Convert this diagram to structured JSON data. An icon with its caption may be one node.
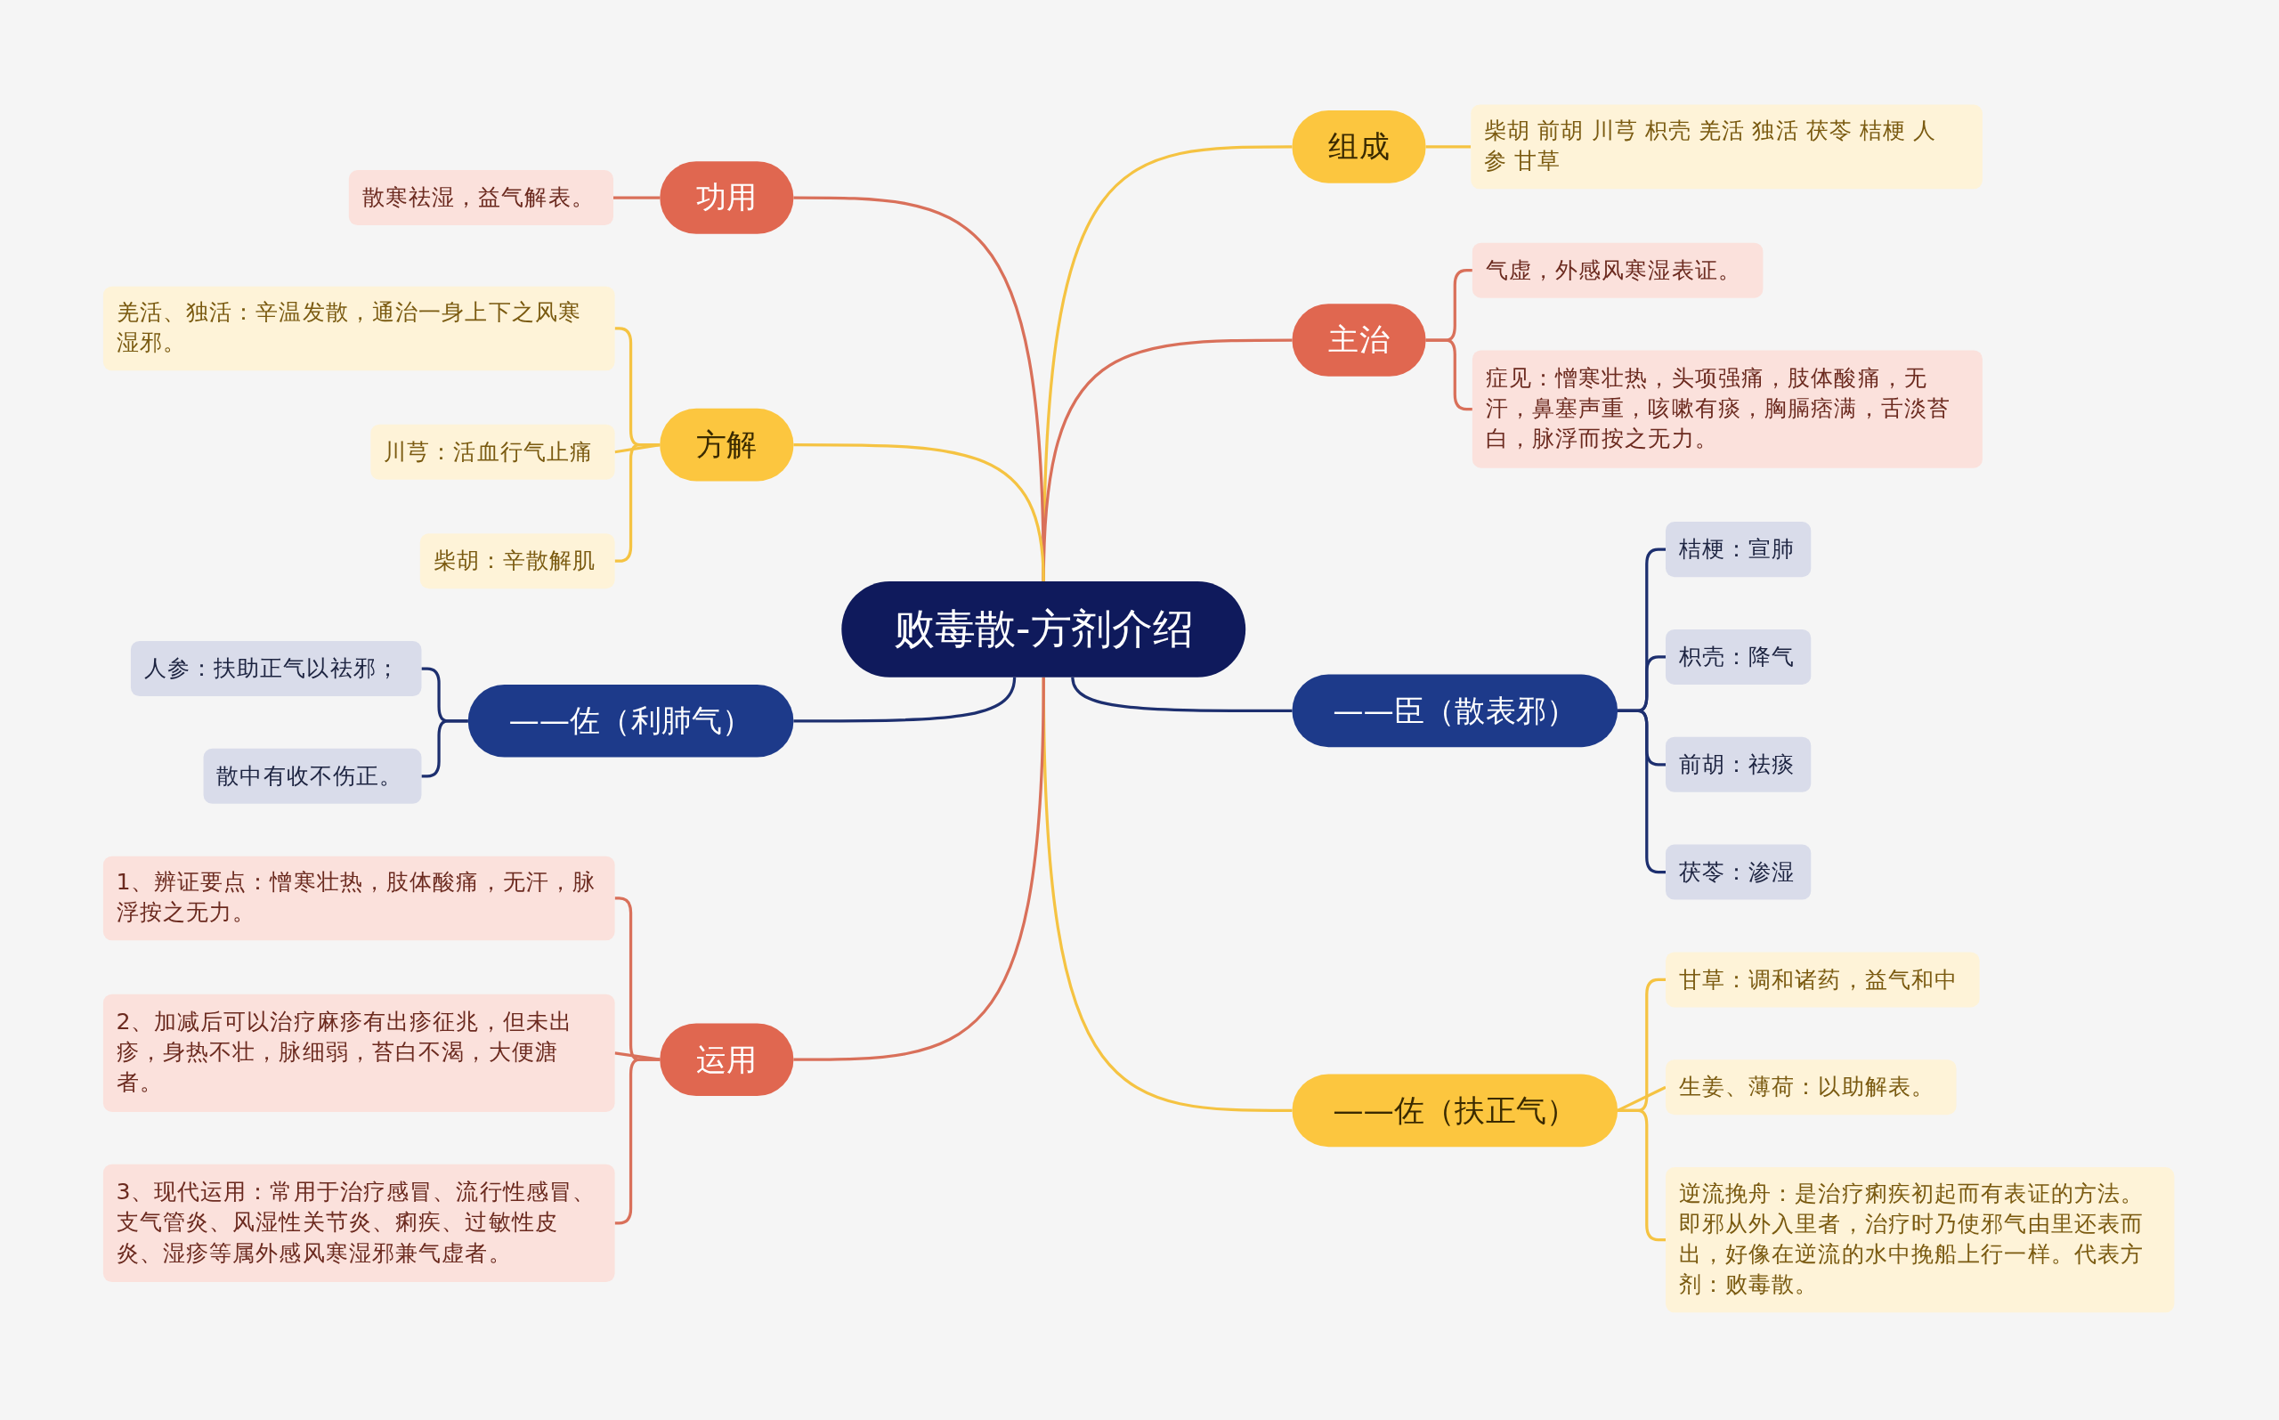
{
  "diagram": {
    "nodes": [
      {
        "text": [
          "败毒散-方剂介绍"
        ]
      },
      {
        "text": [
          "组成"
        ]
      },
      {
        "text": [
          "柴胡 前胡 川芎 枳壳 羌活 独活 茯苓 桔梗 人参 甘草"
        ]
      },
      {
        "text": [
          "主治"
        ]
      },
      {
        "text": [
          "气虚，外感风寒湿表证。"
        ]
      },
      {
        "text": [
          "症见：憎寒壮热，头项强痛，肢体酸痛，无汗，鼻塞声重，咳嗽有痰，胸膈痞满，舌淡苔白，脉浮而按之无力。"
        ]
      },
      {
        "text": [
          "——臣（散表邪）"
        ]
      },
      {
        "text": [
          "桔梗：宣肺"
        ]
      },
      {
        "text": [
          "枳壳：降气"
        ]
      },
      {
        "text": [
          "前胡：祛痰"
        ]
      },
      {
        "text": [
          "茯苓：渗湿"
        ]
      },
      {
        "text": [
          "——佐（扶正气）"
        ]
      },
      {
        "text": [
          "甘草：调和诸药，益气和中"
        ]
      },
      {
        "text": [
          "生姜、薄荷：以助解表。"
        ]
      },
      {
        "text": [
          "逆流挽舟：是治疗痢疾初起而有表证的方法。即邪从外入里者，治疗时乃使邪气由里还表而出，好像在逆流的水中挽船上行一样。代表方剂：败毒散。"
        ]
      },
      {
        "text": [
          "功用"
        ]
      },
      {
        "text": [
          "散寒祛湿，益气解表。"
        ]
      },
      {
        "text": [
          "方解"
        ]
      },
      {
        "text": [
          "羌活、独活：辛温发散，通治一身上下之风寒湿邪。"
        ]
      },
      {
        "text": [
          "川芎：活血行气止痛"
        ]
      },
      {
        "text": [
          "柴胡：辛散解肌"
        ]
      },
      {
        "text": [
          "——佐（利肺气）"
        ]
      },
      {
        "text": [
          "人参：扶助正气以祛邪；"
        ]
      },
      {
        "text": [
          "散中有收不伤正。"
        ]
      },
      {
        "text": [
          "运用"
        ]
      },
      {
        "text": [
          "1、辨证要点：憎寒壮热，肢体酸痛，无汗，脉浮按之无力。"
        ]
      },
      {
        "text": [
          "2、加减后可以治疗麻疹有出疹征兆，但未出疹，身热不壮，脉细弱，苔白不渴，大便溏者。"
        ]
      },
      {
        "text": [
          "3、现代运用：常用于治疗感冒、流行性感冒、支气管炎、风湿性关节炎、痢疾、过敏性皮炎、湿疹等属外感风寒湿邪兼气虚者。"
        ]
      }
    ],
    "edges": [
      {
        "from": 0,
        "to": 1,
        "arrow": "none"
      },
      {
        "from": 1,
        "to": 2,
        "arrow": "none"
      },
      {
        "from": 0,
        "to": 3,
        "arrow": "none",
        "color": "#d9705a"
      },
      {
        "from": 3,
        "to": 4,
        "arrow": "none",
        "color": "#d9705a"
      },
      {
        "from": 3,
        "to": 5,
        "arrow": "none",
        "color": "#d9705a"
      },
      {
        "from": 0,
        "to": 6,
        "arrow": "none",
        "color": "#1d2f6f"
      },
      {
        "from": 6,
        "to": 7,
        "arrow": "none",
        "color": "#1d2f6f"
      },
      {
        "from": 6,
        "to": 8,
        "arrow": "none",
        "color": "#1d2f6f"
      },
      {
        "from": 6,
        "to": 9,
        "arrow": "none",
        "color": "#1d2f6f"
      },
      {
        "from": 6,
        "to": 10,
        "arrow": "none",
        "color": "#1d2f6f"
      },
      {
        "from": 0,
        "to": 11,
        "arrow": "none"
      },
      {
        "from": 11,
        "to": 12,
        "arrow": "none"
      },
      {
        "from": 11,
        "to": 13,
        "arrow": "none"
      },
      {
        "from": 11,
        "to": 14,
        "arrow": "none"
      },
      {
        "from": 0,
        "to": 15,
        "arrow": "none",
        "color": "#d9705a"
      },
      {
        "from": 15,
        "to": 16,
        "arrow": "none",
        "color": "#d9705a"
      },
      {
        "from": 0,
        "to": 17,
        "arrow": "none"
      },
      {
        "from": 17,
        "to": 18,
        "arrow": "none"
      },
      {
        "from": 17,
        "to": 19,
        "arrow": "none"
      },
      {
        "from": 17,
        "to": 20,
        "arrow": "none"
      },
      {
        "from": 0,
        "to": 21,
        "arrow": "none",
        "color": "#1d2f6f"
      },
      {
        "from": 21,
        "to": 22,
        "arrow": "none",
        "color": "#1d2f6f"
      },
      {
        "from": 21,
        "to": 23,
        "arrow": "none",
        "color": "#1d2f6f"
      },
      {
        "from": 0,
        "to": 24,
        "arrow": "none",
        "color": "#d9705a"
      },
      {
        "from": 24,
        "to": 25,
        "arrow": "none",
        "color": "#d9705a"
      },
      {
        "from": 24,
        "to": 26,
        "arrow": "none",
        "color": "#d9705a"
      },
      {
        "from": 24,
        "to": 27,
        "arrow": "none",
        "color": "#d9705a"
      }
    ]
  }
}
